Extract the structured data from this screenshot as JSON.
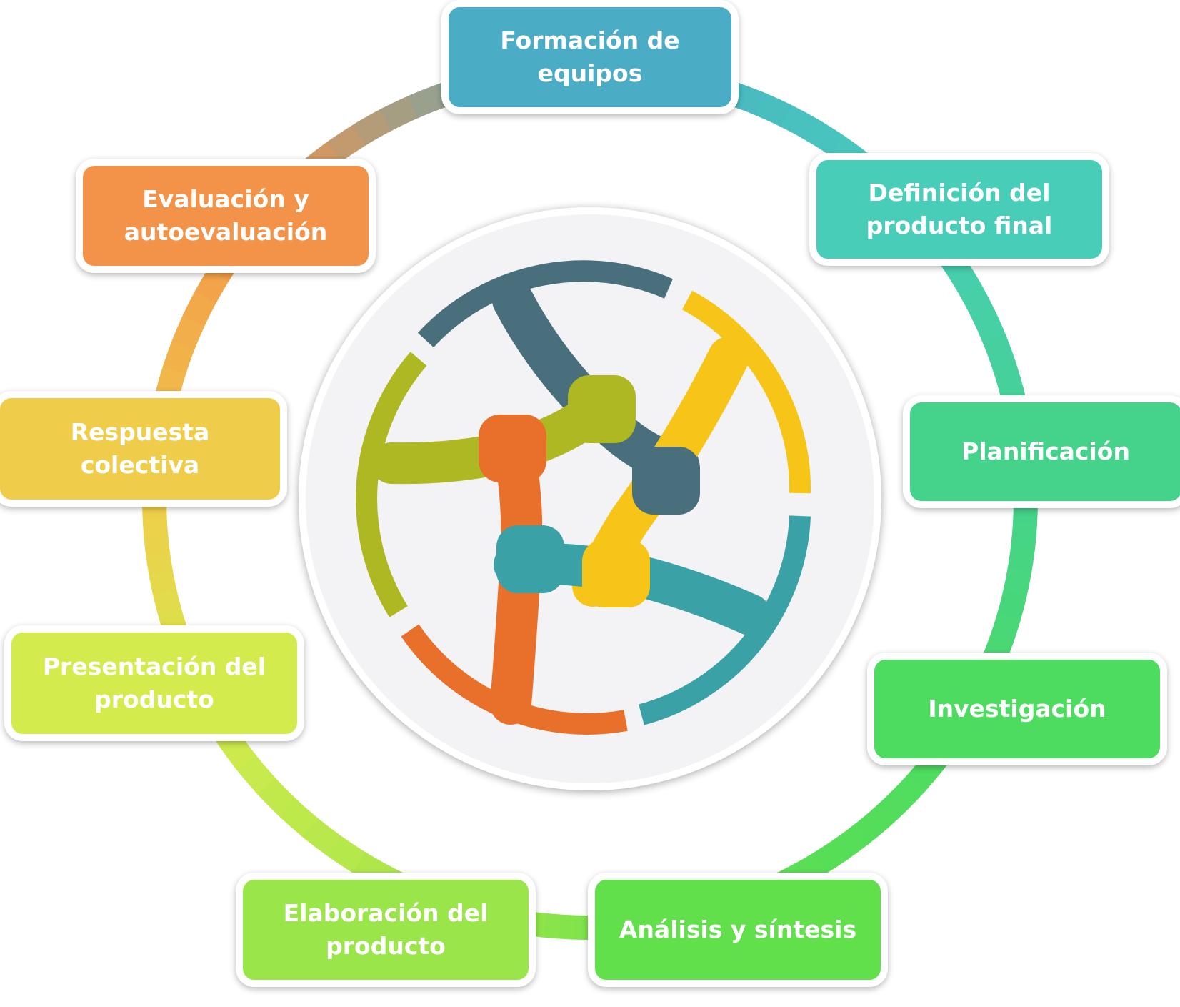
{
  "diagram": {
    "type": "cycle",
    "steps": [
      {
        "label": "Formación de equipos",
        "color": "#4BACC6"
      },
      {
        "label": "Definición del\nproducto final",
        "color": "#48CDB9"
      },
      {
        "label": "Planificación",
        "color": "#45D38B"
      },
      {
        "label": "Investigación",
        "color": "#4EDC60"
      },
      {
        "label": "Análisis y síntesis",
        "color": "#62E04C"
      },
      {
        "label": "Elaboración del\nproducto",
        "color": "#99E54A"
      },
      {
        "label": "Presentación del\nproducto",
        "color": "#D3EB4C"
      },
      {
        "label": "Respuesta colectiva",
        "color": "#EFCD4A"
      },
      {
        "label": "Evaluación y\nautoevaluación",
        "color": "#F3934A"
      }
    ],
    "center_image": "hands-holding-wrists-circle-icon"
  }
}
